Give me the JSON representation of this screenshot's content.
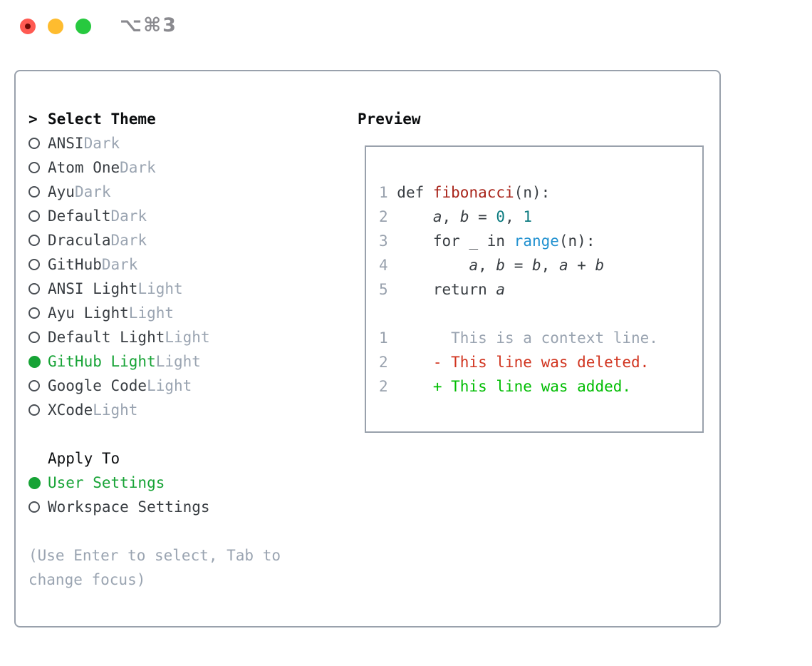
{
  "titlebar": {
    "title": "⌥⌘3",
    "buttons": [
      "close",
      "minimize",
      "zoom"
    ]
  },
  "theme_list": {
    "prompt": ">",
    "header": "Select Theme",
    "items": [
      {
        "name": "ANSI",
        "variant": "Dark",
        "selected": false
      },
      {
        "name": "Atom One",
        "variant": "Dark",
        "selected": false
      },
      {
        "name": "Ayu",
        "variant": "Dark",
        "selected": false
      },
      {
        "name": "Default",
        "variant": "Dark",
        "selected": false
      },
      {
        "name": "Dracula",
        "variant": "Dark",
        "selected": false
      },
      {
        "name": "GitHub",
        "variant": "Dark",
        "selected": false
      },
      {
        "name": "ANSI Light",
        "variant": "Light",
        "selected": false
      },
      {
        "name": "Ayu Light",
        "variant": "Light",
        "selected": false
      },
      {
        "name": "Default Light",
        "variant": "Light",
        "selected": false
      },
      {
        "name": "GitHub Light",
        "variant": "Light",
        "selected": true
      },
      {
        "name": "Google Code",
        "variant": "Light",
        "selected": false
      },
      {
        "name": "XCode",
        "variant": "Light",
        "selected": false
      }
    ]
  },
  "apply_to": {
    "header": "Apply To",
    "options": [
      {
        "name": "User Settings",
        "selected": true
      },
      {
        "name": "Workspace Settings",
        "selected": false
      }
    ]
  },
  "hint_lines": [
    "(Use Enter to select, Tab to",
    "change focus)"
  ],
  "preview": {
    "header": "Preview",
    "code_lines": [
      {
        "num": "1",
        "segments": [
          {
            "t": " def ",
            "c": "kw"
          },
          {
            "t": "fibonacci",
            "c": "fn"
          },
          {
            "t": "(n):",
            "c": "plain"
          }
        ]
      },
      {
        "num": "2",
        "segments": [
          {
            "t": "     ",
            "c": "plain"
          },
          {
            "t": "a",
            "c": "var"
          },
          {
            "t": ", ",
            "c": "plain"
          },
          {
            "t": "b",
            "c": "var"
          },
          {
            "t": " = ",
            "c": "plain"
          },
          {
            "t": "0",
            "c": "num"
          },
          {
            "t": ", ",
            "c": "plain"
          },
          {
            "t": "1",
            "c": "num"
          }
        ]
      },
      {
        "num": "3",
        "segments": [
          {
            "t": "     for _ in ",
            "c": "kw"
          },
          {
            "t": "range",
            "c": "call"
          },
          {
            "t": "(n):",
            "c": "plain"
          }
        ]
      },
      {
        "num": "4",
        "segments": [
          {
            "t": "         ",
            "c": "plain"
          },
          {
            "t": "a",
            "c": "var"
          },
          {
            "t": ", ",
            "c": "plain"
          },
          {
            "t": "b",
            "c": "var"
          },
          {
            "t": " = ",
            "c": "plain"
          },
          {
            "t": "b",
            "c": "var"
          },
          {
            "t": ", ",
            "c": "plain"
          },
          {
            "t": "a",
            "c": "var"
          },
          {
            "t": " + ",
            "c": "plain"
          },
          {
            "t": "b",
            "c": "var"
          }
        ]
      },
      {
        "num": "5",
        "segments": [
          {
            "t": "     return ",
            "c": "kw"
          },
          {
            "t": "a",
            "c": "var"
          }
        ]
      },
      {
        "num": "",
        "segments": []
      },
      {
        "num": "1",
        "segments": [
          {
            "t": "       This is a context line.",
            "c": "ctx"
          }
        ]
      },
      {
        "num": "2",
        "segments": [
          {
            "t": "     - This line was deleted.",
            "c": "del"
          }
        ]
      },
      {
        "num": "2",
        "segments": [
          {
            "t": "     + This line was added.",
            "c": "add"
          }
        ]
      }
    ]
  },
  "colors": {
    "selection_green": "#17a336",
    "diff_added_green": "#00bd02",
    "diff_deleted_red": "#d13520",
    "function_red": "#a82319",
    "number_teal": "#0c7b80",
    "call_blue": "#2191d0",
    "text_dark": "#383d42",
    "muted_gray": "#9aa4b1",
    "border_gray": "#99a1ac",
    "traffic_red": "#ff5a52",
    "traffic_yellow": "#febc2f",
    "traffic_green": "#27c93f",
    "title_gray": "#8a8a8f"
  }
}
